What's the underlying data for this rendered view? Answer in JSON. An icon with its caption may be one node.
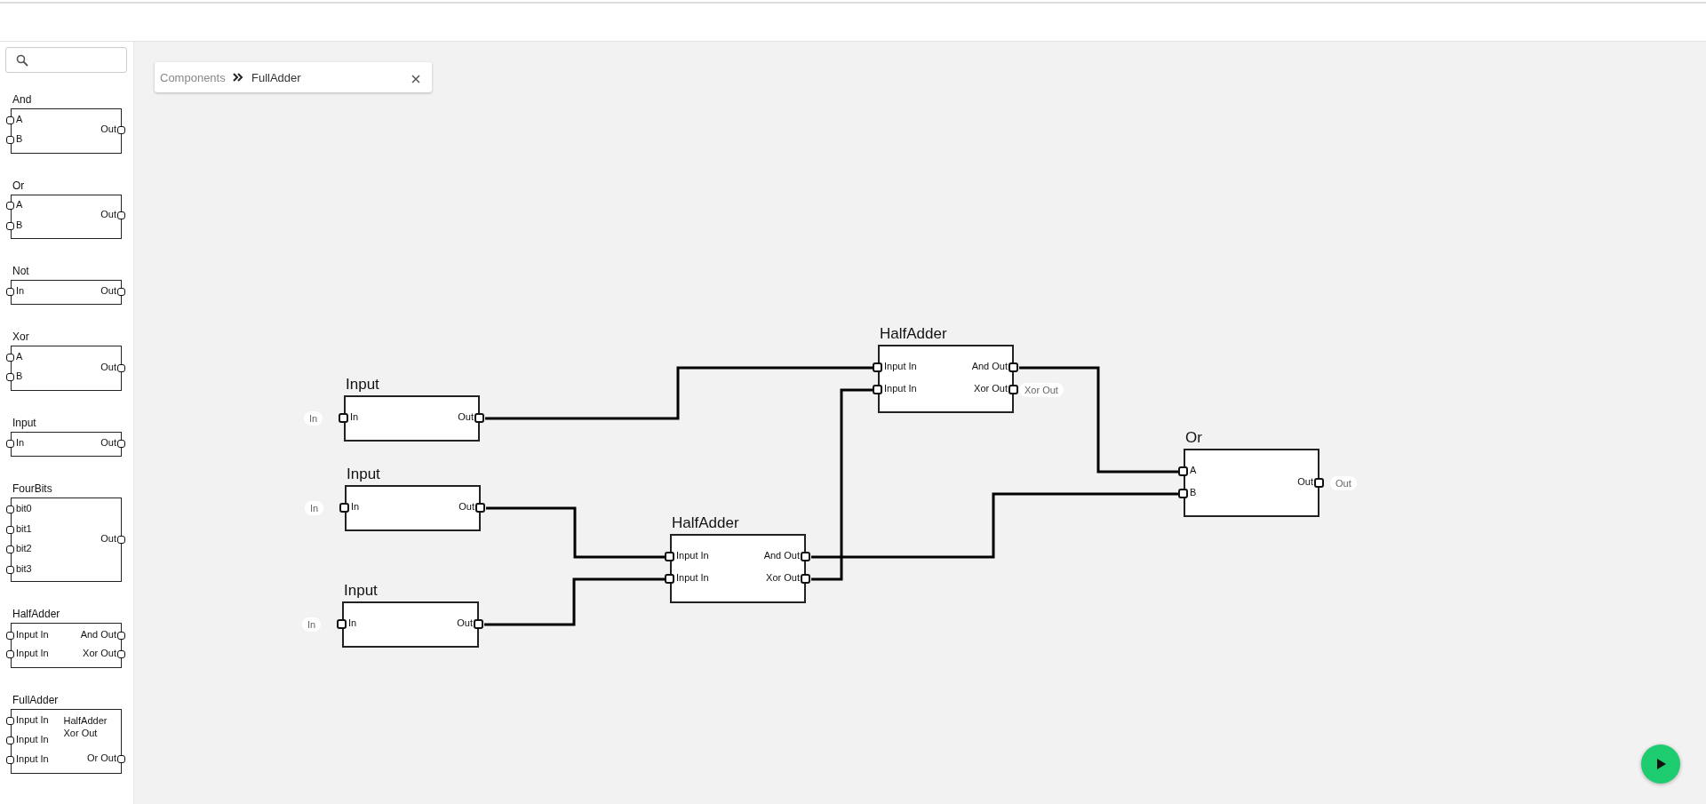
{
  "diagram": {
    "nodes": [
      {
        "text": [
          "And",
          "A",
          "B",
          "Out"
        ]
      },
      {
        "text": [
          "Or",
          "A",
          "B",
          "Out"
        ]
      },
      {
        "text": [
          "Not",
          "In",
          "Out"
        ]
      },
      {
        "text": [
          "Xor",
          "A",
          "B",
          "Out"
        ]
      },
      {
        "text": [
          "Input",
          "In",
          "Out"
        ]
      },
      {
        "text": [
          "FourBits",
          "bit0",
          "bit1",
          "bit2",
          "bit3",
          "Out"
        ]
      },
      {
        "text": [
          "HalfAdder",
          "Input In",
          "Input In",
          "And Out",
          "Xor Out"
        ]
      },
      {
        "text": [
          "FullAdder",
          "Input In",
          "Input In",
          "Input In",
          "HalfAdder Xor Out",
          "Or Out"
        ]
      },
      {
        "text": [
          "Input",
          "In",
          "Out"
        ],
        "beside": [
          "In"
        ]
      },
      {
        "text": [
          "Input",
          "In",
          "Out"
        ],
        "beside": [
          "In"
        ]
      },
      {
        "text": [
          "Input",
          "In",
          "Out"
        ],
        "beside": [
          "In"
        ]
      },
      {
        "text": [
          "HalfAdder",
          "Input In",
          "Input In",
          "And Out",
          "Xor Out"
        ]
      },
      {
        "text": [
          "HalfAdder",
          "Input In",
          "Input In",
          "And Out",
          "Xor Out"
        ],
        "beside": [
          "Xor Out"
        ]
      },
      {
        "text": [
          "Or",
          "A",
          "B",
          "Out"
        ],
        "beside": [
          "Out"
        ]
      }
    ],
    "edges": [
      {
        "from": 8,
        "to": 12,
        "arrow": "none"
      },
      {
        "from": 9,
        "to": 11,
        "arrow": "none"
      },
      {
        "from": 10,
        "to": 11,
        "arrow": "none"
      },
      {
        "from": 11,
        "to": 13,
        "arrow": "none"
      },
      {
        "from": 11,
        "to": 12,
        "arrow": "none"
      },
      {
        "from": 12,
        "to": 13,
        "arrow": "none"
      }
    ],
    "labels": [
      "Components",
      "FullAdder"
    ]
  }
}
